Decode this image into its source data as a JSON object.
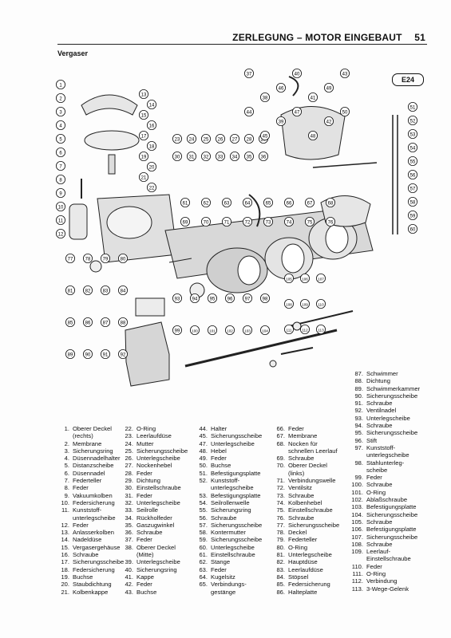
{
  "header": {
    "title": "ZERLEGUNG – MOTOR EINGEBAUT",
    "page": "51"
  },
  "section": "Vergaser",
  "figure": {
    "tag": "E24",
    "callouts": [
      "1",
      "2",
      "3",
      "4",
      "5",
      "6",
      "7",
      "8",
      "9",
      "10",
      "11",
      "12",
      "13",
      "14",
      "15",
      "16",
      "17",
      "18",
      "19",
      "20",
      "21",
      "22",
      "23",
      "24",
      "25",
      "26",
      "27",
      "28",
      "29",
      "30",
      "31",
      "32",
      "33",
      "34",
      "35",
      "36",
      "37",
      "38",
      "39",
      "40",
      "41",
      "42",
      "43",
      "44",
      "45",
      "46",
      "47",
      "48",
      "49",
      "50",
      "51",
      "52",
      "53",
      "54",
      "55",
      "56",
      "57",
      "58",
      "59",
      "60",
      "61",
      "62",
      "63",
      "64",
      "65",
      "66",
      "67",
      "68",
      "69",
      "70",
      "71",
      "72",
      "73",
      "74",
      "75",
      "76",
      "77",
      "78",
      "79",
      "80",
      "81",
      "82",
      "83",
      "84",
      "85",
      "86",
      "87",
      "88",
      "89",
      "90",
      "91",
      "92",
      "93",
      "94",
      "95",
      "96",
      "97",
      "98",
      "99",
      "100",
      "101",
      "102",
      "103",
      "104",
      "105",
      "106",
      "107",
      "108",
      "109",
      "110",
      "111",
      "112",
      "113"
    ]
  },
  "legend": {
    "col1": [
      {
        "n": "1.",
        "t": "Oberer Deckel",
        "c": "(rechts)"
      },
      {
        "n": "2.",
        "t": "Membrane"
      },
      {
        "n": "3.",
        "t": "Sicherungsring"
      },
      {
        "n": "4.",
        "t": "Düsennadelhalter"
      },
      {
        "n": "5.",
        "t": "Distanzscheibe"
      },
      {
        "n": "6.",
        "t": "Düsennadel"
      },
      {
        "n": "7.",
        "t": "Federteller"
      },
      {
        "n": "8.",
        "t": "Feder"
      },
      {
        "n": "9.",
        "t": "Vakuumkolben"
      },
      {
        "n": "10.",
        "t": "Federsicherung"
      },
      {
        "n": "11.",
        "t": "Kunststoff-",
        "c": "unterlegscheibe"
      },
      {
        "n": "12.",
        "t": "Feder"
      },
      {
        "n": "13.",
        "t": "Anlasserkolben"
      },
      {
        "n": "14.",
        "t": "Nadeldüse"
      },
      {
        "n": "15.",
        "t": "Vergasergehäuse"
      },
      {
        "n": "16.",
        "t": "Schraube"
      },
      {
        "n": "17.",
        "t": "Sicherungsscheibe"
      },
      {
        "n": "18.",
        "t": "Federsicherung"
      },
      {
        "n": "19.",
        "t": "Buchse"
      },
      {
        "n": "20.",
        "t": "Staubdichtung"
      },
      {
        "n": "21.",
        "t": "Kolbenkappe"
      }
    ],
    "col2": [
      {
        "n": "22.",
        "t": "O-Ring"
      },
      {
        "n": "23.",
        "t": "Leerlaufdüse"
      },
      {
        "n": "24.",
        "t": "Mutter"
      },
      {
        "n": "25.",
        "t": "Sicherungsscheibe"
      },
      {
        "n": "26.",
        "t": "Unterlegscheibe"
      },
      {
        "n": "27.",
        "t": "Nockenhebel"
      },
      {
        "n": "28.",
        "t": "Feder"
      },
      {
        "n": "29.",
        "t": "Dichtung"
      },
      {
        "n": "30.",
        "t": "Einstellschraube"
      },
      {
        "n": "31.",
        "t": "Feder"
      },
      {
        "n": "32.",
        "t": "Unterlegscheibe"
      },
      {
        "n": "33.",
        "t": "Seilrolle"
      },
      {
        "n": "34.",
        "t": "Rückholfeder"
      },
      {
        "n": "35.",
        "t": "Gaszugwinkel"
      },
      {
        "n": "36.",
        "t": "Schraube"
      },
      {
        "n": "37.",
        "t": "Feder"
      },
      {
        "n": "38.",
        "t": "Oberer Deckel",
        "c": "(Mitte)"
      },
      {
        "n": "39.",
        "t": "Unterlegscheibe"
      },
      {
        "n": "40.",
        "t": "Sicherungsring"
      },
      {
        "n": "41.",
        "t": "Kappe"
      },
      {
        "n": "42.",
        "t": "Feder"
      },
      {
        "n": "43.",
        "t": "Buchse"
      }
    ],
    "col3": [
      {
        "n": "44.",
        "t": "Halter"
      },
      {
        "n": "45.",
        "t": "Sicherungsscheibe"
      },
      {
        "n": "47.",
        "t": "Unterlegscheibe"
      },
      {
        "n": "48.",
        "t": "Hebel"
      },
      {
        "n": "49.",
        "t": "Feder"
      },
      {
        "n": "50.",
        "t": "Buchse"
      },
      {
        "n": "51.",
        "t": "Befestigungsplatte"
      },
      {
        "n": "52.",
        "t": "Kunststoff-",
        "c": "unterlegscheibe"
      },
      {
        "n": "53.",
        "t": "Befestigungsplatte"
      },
      {
        "n": "54.",
        "t": "Seilrollenwelle"
      },
      {
        "n": "55.",
        "t": "Sicherungsring"
      },
      {
        "n": "56.",
        "t": "Schraube"
      },
      {
        "n": "57.",
        "t": "Sicherungsscheibe"
      },
      {
        "n": "58.",
        "t": "Kontermutter"
      },
      {
        "n": "59.",
        "t": "Sicherungsscheibe"
      },
      {
        "n": "60.",
        "t": "Unterlegscheibe"
      },
      {
        "n": "61.",
        "t": "Einstellschraube"
      },
      {
        "n": "62.",
        "t": "Stange"
      },
      {
        "n": "63.",
        "t": "Feder"
      },
      {
        "n": "64.",
        "t": "Kugelsitz"
      },
      {
        "n": "65.",
        "t": "Verbindungs-",
        "c": "gestänge"
      }
    ],
    "col4": [
      {
        "n": "66.",
        "t": "Feder"
      },
      {
        "n": "67.",
        "t": "Membrane"
      },
      {
        "n": "68.",
        "t": "Nocken für",
        "c": "schnellen Leerlauf"
      },
      {
        "n": "69.",
        "t": "Schraube"
      },
      {
        "n": "70.",
        "t": "Oberer Deckel",
        "c": "(links)"
      },
      {
        "n": "71.",
        "t": "Verbindungswelle"
      },
      {
        "n": "72.",
        "t": "Ventilsitz"
      },
      {
        "n": "73.",
        "t": "Schraube"
      },
      {
        "n": "74.",
        "t": "Kolbenhebel"
      },
      {
        "n": "75.",
        "t": "Einstellschraube"
      },
      {
        "n": "76.",
        "t": "Schraube"
      },
      {
        "n": "77.",
        "t": "Sicherungsscheibe"
      },
      {
        "n": "78.",
        "t": "Deckel"
      },
      {
        "n": "79.",
        "t": "Federteller"
      },
      {
        "n": "80.",
        "t": "O-Ring"
      },
      {
        "n": "81.",
        "t": "Unterlegscheibe"
      },
      {
        "n": "82.",
        "t": "Hauptdüse"
      },
      {
        "n": "83.",
        "t": "Leerlaufdüse"
      },
      {
        "n": "84.",
        "t": "Stöpsel"
      },
      {
        "n": "85.",
        "t": "Federsicherung"
      },
      {
        "n": "86.",
        "t": "Halteplatte"
      }
    ],
    "col5": [
      {
        "n": "87.",
        "t": "Schwimmer"
      },
      {
        "n": "88.",
        "t": "Dichtung"
      },
      {
        "n": "89.",
        "t": "Schwimmerkammer"
      },
      {
        "n": "90.",
        "t": "Sicherungsscheibe"
      },
      {
        "n": "91.",
        "t": "Schraube"
      },
      {
        "n": "92.",
        "t": "Ventilnadel"
      },
      {
        "n": "93.",
        "t": "Unterlegscheibe"
      },
      {
        "n": "94.",
        "t": "Schraube"
      },
      {
        "n": "95.",
        "t": "Sicherungsscheibe"
      },
      {
        "n": "96.",
        "t": "Stift"
      },
      {
        "n": "97.",
        "t": "Kunststoff-",
        "c": "unterlegscheibe"
      },
      {
        "n": "98.",
        "t": "Stahlunterleg-",
        "c": "scheibe"
      },
      {
        "n": "99.",
        "t": "Feder"
      },
      {
        "n": "100.",
        "t": "Schraube"
      },
      {
        "n": "101.",
        "t": "O-Ring"
      },
      {
        "n": "102.",
        "t": "Ablaßschraube"
      },
      {
        "n": "103.",
        "t": "Befestigungsplatte"
      },
      {
        "n": "104.",
        "t": "Sicherungsscheibe"
      },
      {
        "n": "105.",
        "t": "Schraube"
      },
      {
        "n": "106.",
        "t": "Befestigungsplatte"
      },
      {
        "n": "107.",
        "t": "Sicherungsscheibe"
      },
      {
        "n": "108.",
        "t": "Schraube"
      },
      {
        "n": "109.",
        "t": "Leerlauf-",
        "c": "Einstellschraube"
      },
      {
        "n": "110.",
        "t": "Feder"
      },
      {
        "n": "111.",
        "t": "O-Ring"
      },
      {
        "n": "112.",
        "t": "Verbindung"
      },
      {
        "n": "113.",
        "t": "3-Wege-Gelenk"
      }
    ]
  }
}
